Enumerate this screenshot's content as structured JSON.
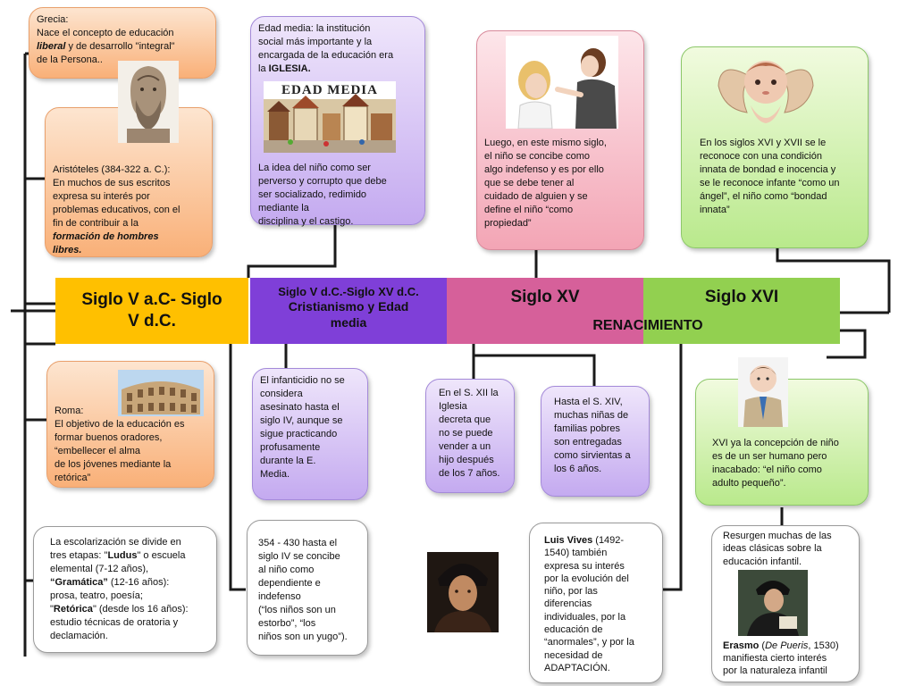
{
  "timeline": {
    "bar1": {
      "line1": "Siglo V a.C- Siglo",
      "line2": "V d.C."
    },
    "bar2": {
      "line1": "Siglo V d.C.-Siglo XV d.C.",
      "line2": "Cristianismo y Edad",
      "line3": "media"
    },
    "bar3": {
      "label": "Siglo XV"
    },
    "bar4": {
      "label": "Siglo XVI"
    },
    "renacimiento": "RENACIMIENTO"
  },
  "boxes": {
    "grecia": {
      "l1": "Grecia:",
      "l2": "Nace el concepto de educación",
      "l3a": "liberal",
      "l3b": " y de desarrollo \"integral\"",
      "l4": "de la Persona.."
    },
    "aristoteles": {
      "l1": "Aristóteles (384-322 a. C.):",
      "l2": "En muchos de sus escritos",
      "l3": "expresa su interés por",
      "l4": "problemas educativos, con el",
      "l5": "fin de contribuir a la",
      "l6": "formación de hombres",
      "l7": "libres."
    },
    "edad_media": {
      "l1": "Edad media: la institución",
      "l2": "social más importante y la",
      "l3": "encargada de la educación era",
      "l4a": "la ",
      "l4b": "IGLESIA.",
      "img_caption": "EDAD MEDIA",
      "l5": "La idea del niño como ser",
      "l6": "perverso y corrupto que debe",
      "l7": "ser socializado, redimido",
      "l8": "mediante la",
      "l9": "disciplina y el castigo."
    },
    "luego": {
      "l1": "Luego, en este mismo siglo,",
      "l2": "el niño se concibe como",
      "l3": "algo indefenso y es por ello",
      "l4": "que se debe tener al",
      "l5": "cuidado de alguien y se",
      "l6": "define el niño “como",
      "l7": "propiedad”"
    },
    "siglos_xvi_xvii": {
      "l1": "En los siglos XVI y XVII se le",
      "l2": "reconoce con una condición",
      "l3": "innata de bondad e inocencia y",
      "l4": "se le reconoce infante “como un",
      "l5": "ángel”, el niño como “bondad",
      "l6": "innata”"
    },
    "roma": {
      "l1": "Roma:",
      "l2": "El objetivo de la educación es",
      "l3": "formar buenos oradores,",
      "l4": "“embellecer el alma",
      "l5": "de los jóvenes mediante la",
      "l6": "retórica”"
    },
    "infanticidio": {
      "l1": "El infanticidio no se",
      "l2": "considera",
      "l3": "asesinato hasta el",
      "l4": "siglo IV, aunque se",
      "l5": "sigue practicando",
      "l6": "profusamente",
      "l7": "durante la E.",
      "l8": "Media."
    },
    "siglo_xii": {
      "l1": "En el S. XII la",
      "l2": "Iglesia",
      "l3": "decreta que",
      "l4": "no se puede",
      "l5": "vender a un",
      "l6": "hijo después",
      "l7": "de los 7 años."
    },
    "siglo_xiv": {
      "l1": "Hasta el S. XIV,",
      "l2": "muchas niñas de",
      "l3": "familias pobres",
      "l4": "son entregadas",
      "l5": "como sirvientas a",
      "l6": "los 6 años."
    },
    "xvi_adulto": {
      "l1": "XVI ya la concepción de niño",
      "l2": "es de un ser humano pero",
      "l3": "inacabado: “el niño como",
      "l4": "adulto pequeño”."
    },
    "escolarizacion": {
      "l1": "La escolarización se divide en",
      "l2": "tres etapas: \"",
      "l2b": "Ludus",
      "l2c": "\" o escuela",
      "l3": "elemental (7-12 años),",
      "l4a": "“Gramática”",
      "l4b": " (12-16 años):",
      "l5": "prosa, teatro, poesía;",
      "l6a": "\"",
      "l6b": "Retórica",
      "l6c": "\" (desde los 16 años):",
      "l7": "estudio técnicas de oratoria y",
      "l8": "declamación."
    },
    "anos_354": {
      "l1": "354 - 430 hasta el",
      "l2": "siglo IV se concibe",
      "l3": "al niño como",
      "l4": "dependiente e",
      "l5": "indefenso",
      "l6": "(“los niños son un",
      "l7": "estorbo”, “los",
      "l8": "niños son un yugo”)."
    },
    "vives": {
      "l1a": "Luis Vives",
      "l1b": " (1492-",
      "l2": "1540) también",
      "l3": "expresa su interés",
      "l4": "por la evolución del",
      "l5": "niño, por las",
      "l6": "diferencias",
      "l7": "individuales, por la",
      "l8": "educación de",
      "l9": "“anormales”, y por la",
      "l10": "necesidad de",
      "l11": "ADAPTACIÓN."
    },
    "erasmo": {
      "l1": "Resurgen muchas de las",
      "l2": "ideas clásicas sobre la",
      "l3": "educación infantil.",
      "l4a": "Erasmo",
      "l4b": " (",
      "l4c": "De Pueris",
      "l4d": ", 1530)",
      "l5": "manifiesta cierto interés",
      "l6": "por la naturaleza infantil"
    }
  },
  "colors": {
    "bar1": "#ffc000",
    "bar2": "#7f3fd8",
    "bar3": "#d6609a",
    "bar4": "#92d050"
  }
}
